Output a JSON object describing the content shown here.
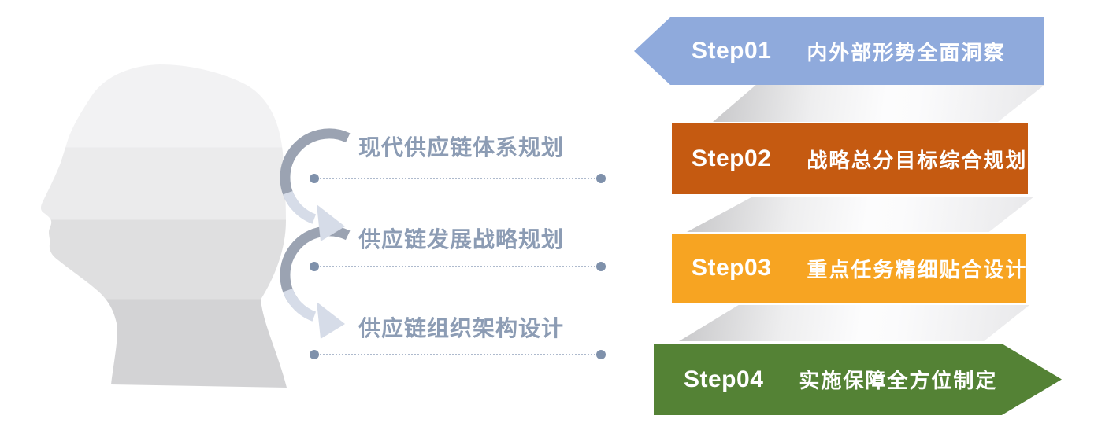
{
  "insight_panel": {
    "icon": "head-silhouette-icon",
    "items": [
      "现代供应链体系规划",
      "供应链发展战略规划",
      "供应链组织架构设计"
    ]
  },
  "steps": [
    {
      "label": "Step01",
      "title": "内外部形势全面洞察",
      "color": "#8FAADC"
    },
    {
      "label": "Step02",
      "title": "战略总分目标综合规划",
      "color": "#C55A11"
    },
    {
      "label": "Step03",
      "title": "重点任务精细贴合设计",
      "color": "#F7A422"
    },
    {
      "label": "Step04",
      "title": "实施保障全方位制定",
      "color": "#548235"
    }
  ],
  "colors": {
    "plan_label_text": "#8C9CB4",
    "dotted_line": "#AEBACD",
    "dot_endpoint": "#7F91AB",
    "arrow_dark": "#9BA3B2",
    "arrow_light": "#D6DCE8",
    "step_text": "#FFFFFF",
    "fold_shadow": "#C7C7C9"
  },
  "icons": {
    "head": "head-silhouette-icon",
    "flow_arrows": "curved-flow-arrows-icon"
  }
}
